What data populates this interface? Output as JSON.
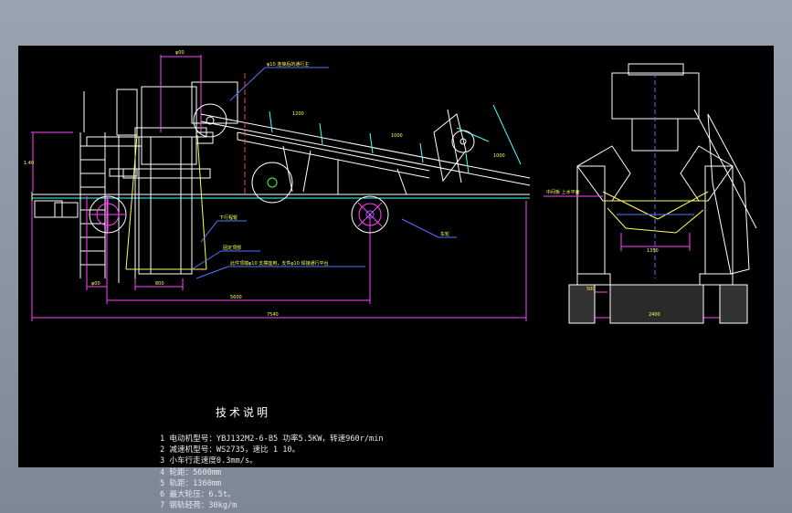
{
  "drawing": {
    "tech_title": "技术说明",
    "notes": [
      "1 电动机型号：YBJ132M2-6-B5 功率5.5KW，转速960r/min",
      "2 减速机型号：WS2735，速比 1 10。",
      "3 小车行走速度0.3mm/s。",
      "4 轮距：5600mm",
      "5 轨距：1360mm",
      "6 最大轮压：6.5t。",
      "7 钢轨轻荷：30kg/m"
    ],
    "labels": {
      "top_callout": "φ10 连接后的通行主",
      "dim_top": "φ00",
      "dim_1200": "1200",
      "dim_1000a": "1000",
      "dim_1000b": "1000",
      "dim_height": "1.40",
      "dim_400": "φ00",
      "dim_800": "800",
      "dim_5600": "5600",
      "dim_total": "7540",
      "callout_lower1": "下行程辊",
      "callout_lower2": "固定顶部",
      "callout_lower3": "此件顶端φ10 支撑座用，支件φ10 焊接通行平台",
      "callout_wheel": "车轮",
      "callout_right": "中间板 上水平面",
      "dim_1350": "1350",
      "dim_500": "500",
      "dim_2400": "2400"
    },
    "colors": {
      "line_yellow": "#ffff55",
      "line_white": "#ffffff",
      "line_magenta": "#ff44ff",
      "line_cyan": "#44ffff",
      "line_green": "#44ff44",
      "line_red": "#ff4444",
      "line_blue": "#5577ff"
    }
  }
}
